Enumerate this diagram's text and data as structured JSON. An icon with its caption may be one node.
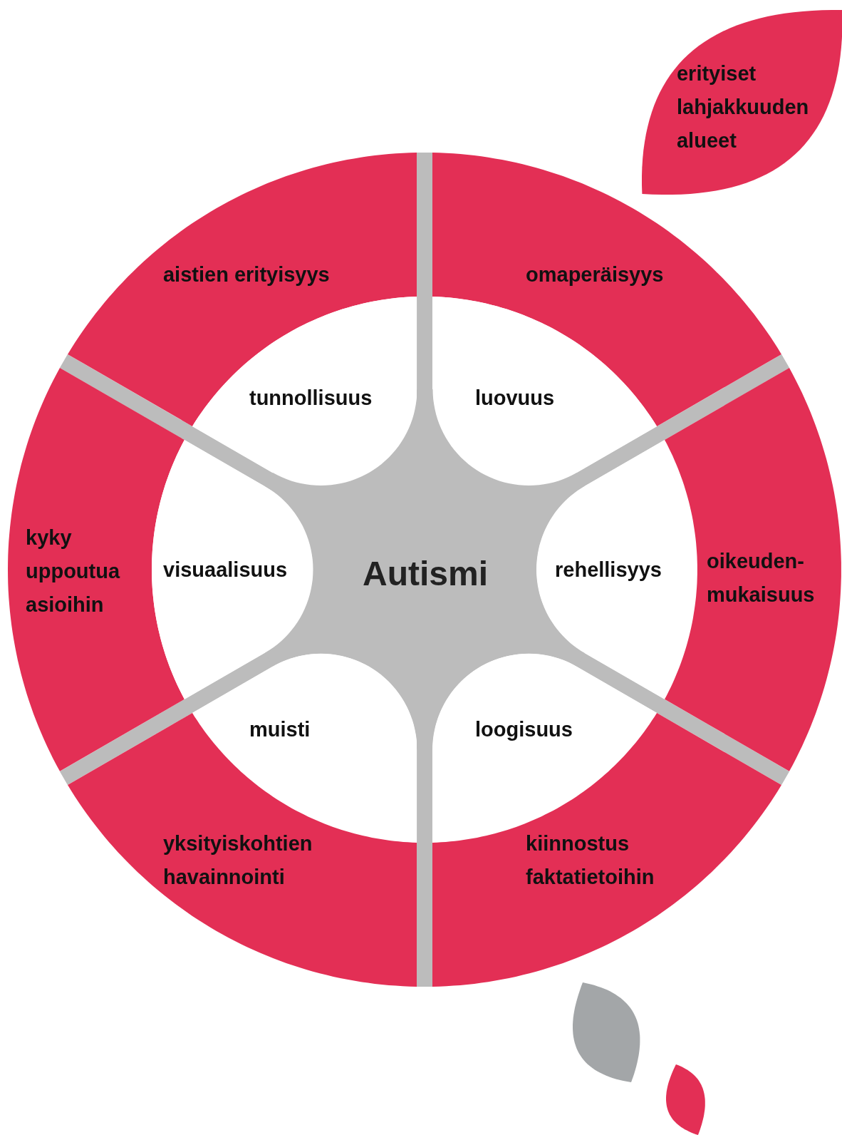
{
  "diagram": {
    "nodes": [
      {
        "text": [
          "erityiset lahjakkuuden alueet"
        ]
      },
      {
        "text": [
          "aistien erityisyys"
        ]
      },
      {
        "text": [
          "omaperäisyys"
        ]
      },
      {
        "text": [
          "tunnollisuus"
        ]
      },
      {
        "text": [
          "luovuus"
        ]
      },
      {
        "text": [
          "kyky uppoutua asioihin"
        ]
      },
      {
        "text": [
          "visuaalisuus"
        ]
      },
      {
        "text": [
          "Autismi"
        ]
      },
      {
        "text": [
          "rehellisyys"
        ]
      },
      {
        "text": [
          "oikeuden-mukaisuus"
        ]
      },
      {
        "text": [
          "muisti"
        ]
      },
      {
        "text": [
          "loogisuus"
        ]
      },
      {
        "text": [
          "yksityiskohtien havainnointi"
        ]
      },
      {
        "text": [
          "kiinnostus faktatietoihin"
        ]
      },
      {
        "text": [],
        "shape": "leaf"
      },
      {
        "text": [],
        "shape": "leaf"
      }
    ]
  }
}
